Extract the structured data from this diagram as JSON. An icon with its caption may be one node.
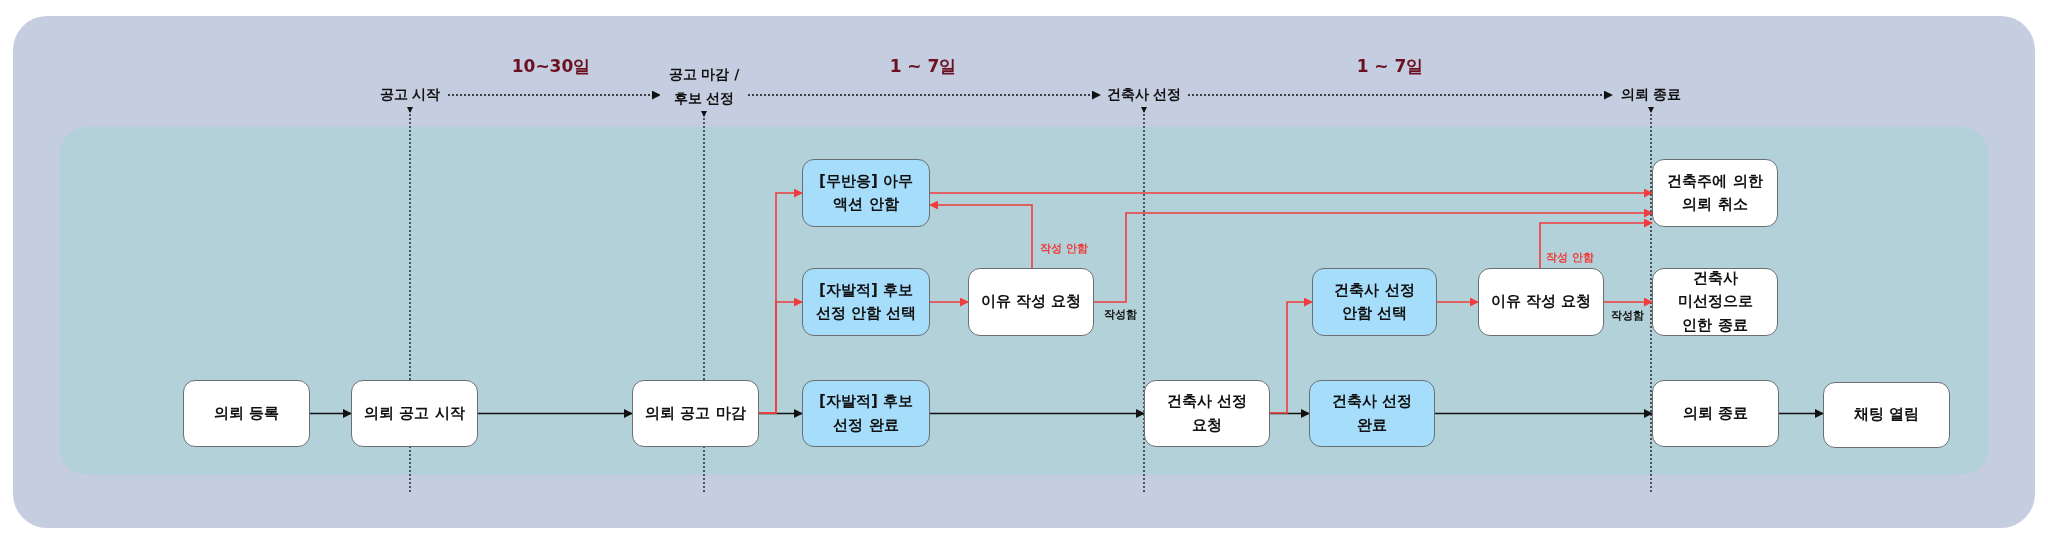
{
  "diagram": {
    "nodes": [
      {
        "text": [
          "공고 시작"
        ]
      },
      {
        "text": [
          "공고 마감 / 후보 선정"
        ]
      },
      {
        "text": [
          "건축사 선정"
        ]
      },
      {
        "text": [
          "의뢰 종료"
        ]
      },
      {
        "text": [
          "의뢰 등록"
        ]
      },
      {
        "text": [
          "의뢰 공고 시작"
        ]
      },
      {
        "text": [
          "의뢰 공고 마감"
        ]
      },
      {
        "text": [
          "[무반응] 아무 액션 안함"
        ]
      },
      {
        "text": [
          "[자발적] 후보 선정 안함 선택"
        ]
      },
      {
        "text": [
          "[자발적] 후보 선정 완료"
        ]
      },
      {
        "text": [
          "이유 작성 요청"
        ]
      },
      {
        "text": [
          "건축사 선정 요청"
        ]
      },
      {
        "text": [
          "건축사 선정 안함 선택"
        ]
      },
      {
        "text": [
          "건축사 선정 완료"
        ]
      },
      {
        "text": [
          "이유 작성 요청"
        ]
      },
      {
        "text": [
          "건축주에 의한 의뢰 취소"
        ]
      },
      {
        "text": [
          "건축사 미선정으로 인한 종료"
        ]
      },
      {
        "text": [
          "의뢰 종료"
        ]
      },
      {
        "text": [
          "채팅 열림"
        ]
      }
    ],
    "edges": [
      {
        "from": 0,
        "to": 1,
        "arrow": "to",
        "style": "dashed",
        "label": "10~30일"
      },
      {
        "from": 1,
        "to": 2,
        "arrow": "to",
        "style": "dashed",
        "label": "1 ~ 7일"
      },
      {
        "from": 2,
        "to": 3,
        "arrow": "to",
        "style": "dashed",
        "label": "1 ~ 7일"
      },
      {
        "from": null,
        "to": 0,
        "arrow": "to",
        "style": "dashed"
      },
      {
        "from": null,
        "to": 1,
        "arrow": "to",
        "style": "dashed"
      },
      {
        "from": null,
        "to": 2,
        "arrow": "to",
        "style": "dashed"
      },
      {
        "from": null,
        "to": 3,
        "arrow": "to",
        "style": "dashed"
      },
      {
        "from": 4,
        "to": 5,
        "arrow": "to"
      },
      {
        "from": 5,
        "to": 6,
        "arrow": "to"
      },
      {
        "from": 6,
        "to": 9,
        "arrow": "to"
      },
      {
        "from": 6,
        "to": 7,
        "arrow": "to",
        "color": "#f03c3c"
      },
      {
        "from": 6,
        "to": 8,
        "arrow": "to",
        "color": "#f03c3c"
      },
      {
        "from": 9,
        "to": 11,
        "arrow": "to"
      },
      {
        "from": 11,
        "to": 13,
        "arrow": "to"
      },
      {
        "from": 11,
        "to": 12,
        "arrow": "to",
        "color": "#f03c3c"
      },
      {
        "from": 13,
        "to": 17,
        "arrow": "to"
      },
      {
        "from": 17,
        "to": 18,
        "arrow": "to"
      },
      {
        "from": 7,
        "to": 15,
        "arrow": "to",
        "color": "#f03c3c"
      },
      {
        "from": 8,
        "to": 10,
        "arrow": "to",
        "color": "#f03c3c"
      },
      {
        "from": 10,
        "to": 7,
        "arrow": "to",
        "color": "#f03c3c",
        "label": "작성 안함"
      },
      {
        "from": 10,
        "to": 15,
        "arrow": "to",
        "color": "#f03c3c",
        "label": "작성함"
      },
      {
        "from": 12,
        "to": 14,
        "arrow": "to",
        "color": "#f03c3c"
      },
      {
        "from": 14,
        "to": 15,
        "arrow": "to",
        "color": "#f03c3c",
        "label": "작성 안함"
      },
      {
        "from": 14,
        "to": 16,
        "arrow": "to",
        "color": "#f03c3c",
        "label": "작성함"
      }
    ]
  }
}
